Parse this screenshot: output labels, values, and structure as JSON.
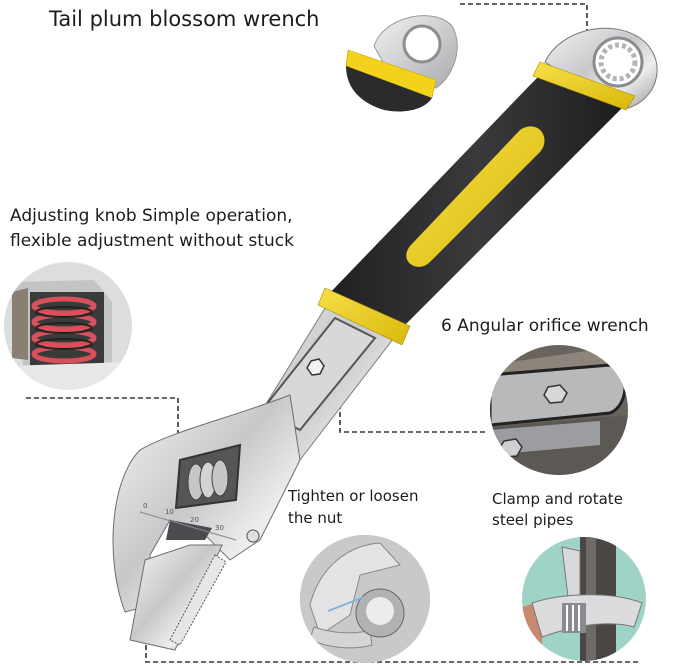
{
  "labels": {
    "tail_plum": "Tail plum blossom wrench",
    "adjusting_knob_line1": "Adjusting knob Simple operation,",
    "adjusting_knob_line2": "flexible adjustment without stuck",
    "angular_orifice": "6 Angular orifice wrench",
    "tighten_line1": "Tighten or loosen",
    "tighten_line2": "the nut",
    "clamp_line1": "Clamp and rotate",
    "clamp_line2": "steel pipes"
  },
  "scale_ticks": [
    "0",
    "10",
    "20",
    "30"
  ],
  "colors": {
    "accent_yellow": "#f2d21a",
    "grip_black": "#2b2b2d",
    "steel": "#c9cacc",
    "coil_red": "#d9505a",
    "dash_line": "#333333",
    "teal_bg": "#9fd3c7"
  }
}
